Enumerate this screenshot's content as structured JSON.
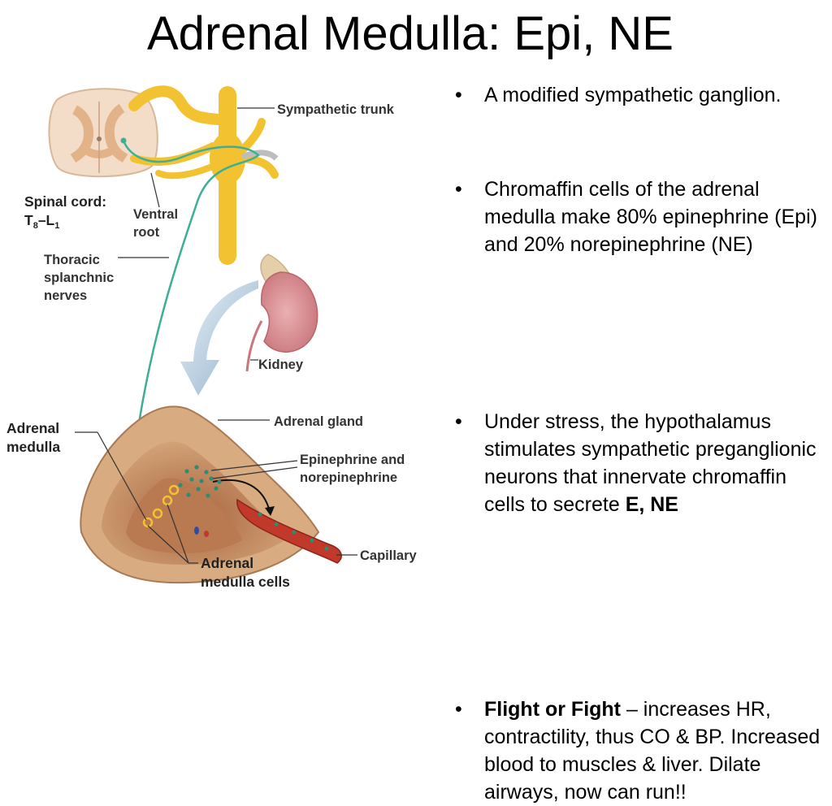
{
  "title": "Adrenal Medulla: Epi, NE",
  "bullets": {
    "b1": "A modified sympathetic ganglion.",
    "b2": "Chromaffin cells of the adrenal medulla make 80% epinephrine (Epi) and 20% norepinephrine (NE)",
    "b3_pre": "Under stress, the hypothalamus stimulates sympathetic preganglionic neurons that innervate chromaffin cells to secrete ",
    "b3_bold": "E, NE",
    "b4_bold": "Flight or Fight",
    "b4_post": " – increases HR, contractility, thus CO & BP. Increased blood to muscles & liver. Dilate airways, now can run!!"
  },
  "figure": {
    "labels": {
      "sympathetic_trunk": "Sympathetic trunk",
      "spinal_cord": "Spinal cord:",
      "spinal_level_t": "T",
      "spinal_level_t_sub": "8",
      "spinal_level_dash": "–L",
      "spinal_level_l_sub": "1",
      "ventral_line1": "Ventral",
      "ventral_line2": "root",
      "thoracic_line1": "Thoracic",
      "thoracic_line2": "splanchnic",
      "thoracic_line3": "nerves",
      "kidney": "Kidney",
      "adrenal_gland": "Adrenal gland",
      "adrenal_medulla_line1": "Adrenal",
      "adrenal_medulla_line2": "medulla",
      "epi_ne_line1": "Epinephrine and",
      "epi_ne_line2": "norepinephrine",
      "capillary": "Capillary",
      "medulla_cells_line1": "Adrenal",
      "medulla_cells_line2": "medulla cells"
    },
    "colors": {
      "nerve_yellow": "#f2c230",
      "nerve_green": "#3fae96",
      "kidney_pink": "#d98a8f",
      "gland_tan": "#c9956a",
      "vessel_red": "#c0392b"
    }
  }
}
